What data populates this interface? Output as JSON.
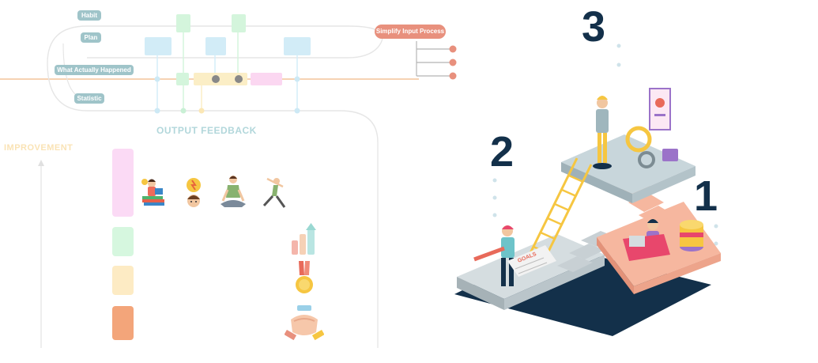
{
  "flow": {
    "labels": {
      "habit": "Habit",
      "plan": "Plan",
      "what_happened": "What Actually Happened",
      "statistic": "Statistic"
    },
    "simplify_button": "Simplify Input Process",
    "output_feedback": "OUTPUT FEEDBACK",
    "improvement": "IMPROVEMENT"
  },
  "steps": {
    "one": "1",
    "two": "2",
    "three": "3"
  },
  "illustration": {
    "goals_sign": "GOALS"
  },
  "colors": {
    "pill_bg": "#9fc4c9",
    "simplify_bg": "#e8907d",
    "node_blue": "#d2ecf7",
    "node_green": "#d4f5dc",
    "node_yellow": "#fbeec6",
    "node_pink": "#fbd7f1",
    "bar_pink": "#fbdaf5",
    "bar_green": "#d6f7df",
    "bar_yellow": "#fdebc4",
    "bar_orange": "#f3a57a",
    "navy": "#13304a",
    "orange_line": "#f3c49a"
  },
  "icons": [
    "reading-child-icon",
    "idea-face-icon",
    "meditation-icon",
    "yoga-pose-icon",
    "growth-bars-icon",
    "medal-icon",
    "handshake-icon"
  ]
}
